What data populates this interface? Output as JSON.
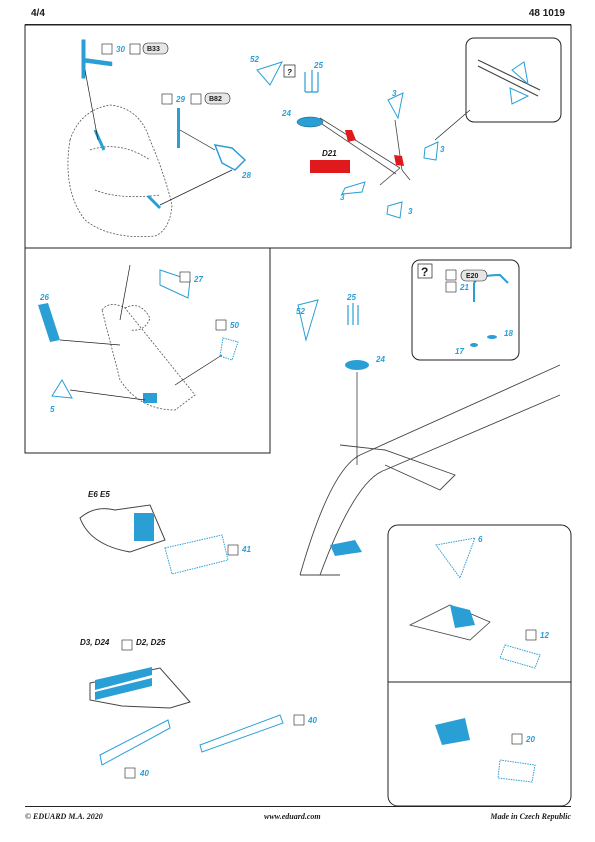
{
  "header": {
    "page": "4/4",
    "code": "48 1019"
  },
  "footer": {
    "copyright": "© EDUARD  M.A. 2020",
    "website": "www.eduard.com",
    "origin": "Made in Czech Republic"
  },
  "part_numbers": {
    "p30": "30",
    "p29": "29",
    "p28": "28",
    "p52": "52",
    "p25": "25",
    "p24": "24",
    "p3a": "3",
    "p3b": "3",
    "p3c": "3",
    "p3d": "3",
    "p27": "27",
    "p26": "26",
    "p50": "50",
    "p5": "5",
    "p52b": "52",
    "p25b": "25",
    "p24b": "24",
    "p21": "21",
    "p17": "17",
    "p18": "18",
    "p41": "41",
    "p6": "6",
    "p12": "12",
    "p40a": "40",
    "p40b": "40",
    "p20": "20"
  },
  "kit_refs": {
    "b33": "B33",
    "b82": "B82",
    "d21": "D21",
    "e20": "E20",
    "e6e5": "E6 E5",
    "d3d24": "D3, D24",
    "d2d25": "D2, D25"
  },
  "symbols": {
    "q1": "?",
    "q2": "?"
  },
  "colors": {
    "accent": "#2a9fd6",
    "marker": "#e0191c",
    "ink": "#1a1a1a"
  }
}
